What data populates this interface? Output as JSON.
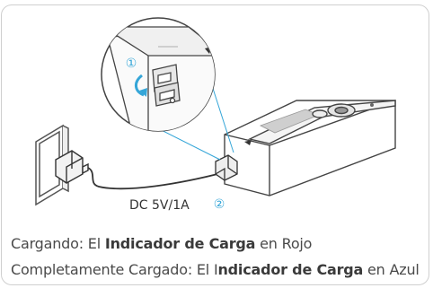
{
  "illustration": {
    "power_label": "DC 5V/1A",
    "step_1": "①",
    "step_2": "②"
  },
  "captions": {
    "line1": {
      "prefix": "Cargando: El ",
      "bold": "Indicador de Carga",
      "suffix": " en Rojo"
    },
    "line2": {
      "prefix": "Completamente Cargado: El I",
      "bold": "ndicador de Carga",
      "suffix": " en Azul"
    }
  },
  "colors": {
    "step_number": "#35a6d8",
    "line": "#555555",
    "caption_text": "#4a4a4a",
    "border": "#cfcfcf"
  }
}
